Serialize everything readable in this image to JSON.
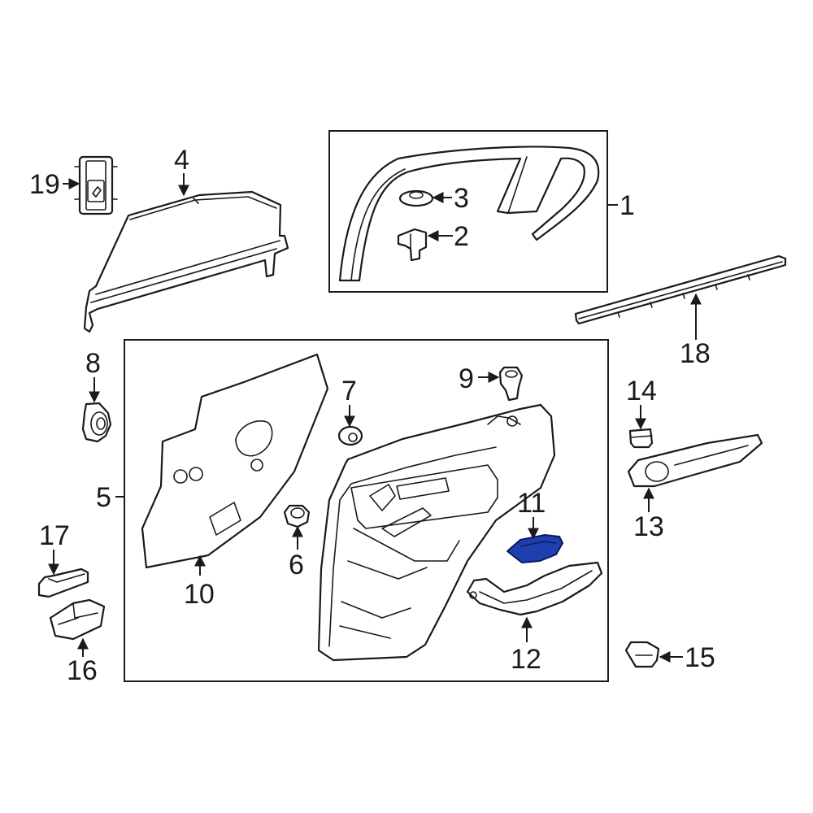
{
  "highlight_color": "#1f3fb0",
  "line_color": "#1a1a1a",
  "callouts": {
    "c1": "1",
    "c2": "2",
    "c3": "3",
    "c4": "4",
    "c5": "5",
    "c6": "6",
    "c7": "7",
    "c8": "8",
    "c9": "9",
    "c10": "10",
    "c11": "11",
    "c12": "12",
    "c13": "13",
    "c14": "14",
    "c15": "15",
    "c16": "16",
    "c17": "17",
    "c18": "18",
    "c19": "19"
  },
  "highlighted_part": "11"
}
